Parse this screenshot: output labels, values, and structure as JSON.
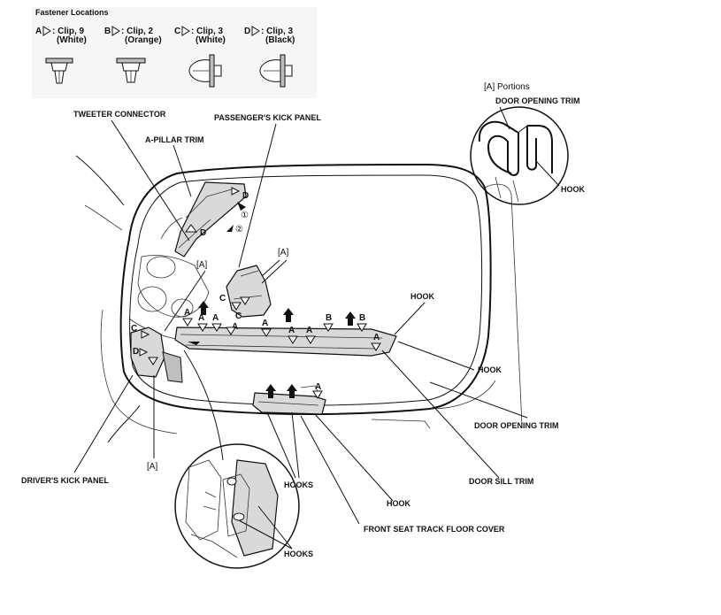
{
  "legend": {
    "title": "Fastener Locations",
    "items": [
      {
        "letter": "A",
        "text": ": Clip, 9",
        "color_text": "(White)"
      },
      {
        "letter": "B",
        "text": ": Clip, 2",
        "color_text": "(Orange)"
      },
      {
        "letter": "C",
        "text": ": Clip, 3",
        "color_text": "(White)"
      },
      {
        "letter": "D",
        "text": ": Clip, 3",
        "color_text": "(Black)"
      }
    ]
  },
  "inset_portions": {
    "title": "[A]  Portions",
    "door_opening_trim": "DOOR OPENING TRIM",
    "hook": "HOOK"
  },
  "labels": {
    "tweeter_connector": "TWEETER CONNECTOR",
    "a_pillar_trim": "A-PILLAR TRIM",
    "passengers_kick_panel": "PASSENGER'S KICK PANEL",
    "drivers_kick_panel": "DRIVER'S KICK PANEL",
    "hook_right_upper": "HOOK",
    "hook_right_mid": "HOOK",
    "door_opening_trim": "DOOR OPENING TRIM",
    "door_sill_trim": "DOOR SILL TRIM",
    "hooks_center": "HOOKS",
    "hook_center": "HOOK",
    "front_seat_track_floor_cover": "FRONT SEAT TRACK FLOOR COVER",
    "hooks_bottom": "HOOKS",
    "ref_a_top": "[A]",
    "ref_a_left": "[A]",
    "ref_a_bottom": "[A]",
    "step_1": "①",
    "step_2": "②"
  },
  "callouts": {
    "a": "A",
    "b": "B",
    "c": "C",
    "d": "D"
  },
  "colors": {
    "ink": "#111111",
    "part_fill": "#d9d9d9"
  }
}
